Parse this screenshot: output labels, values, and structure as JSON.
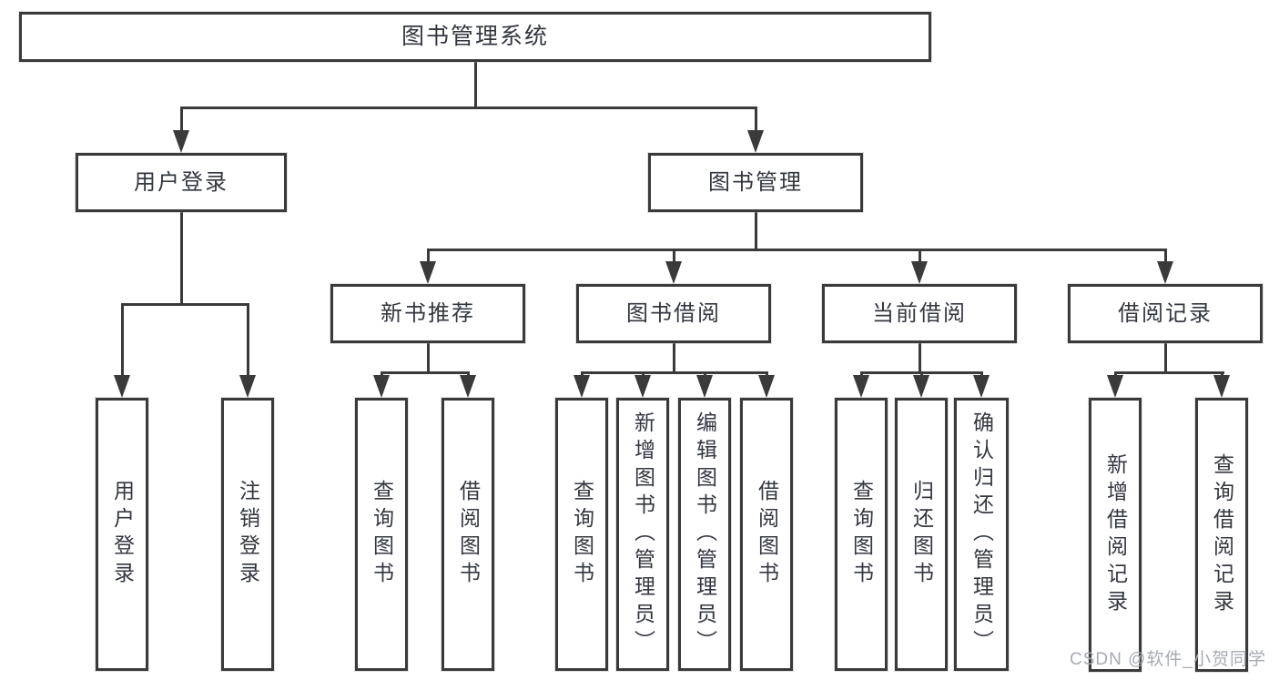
{
  "colors": {
    "line": "#3a3a3a",
    "text": "#333740",
    "watermark": "#a6abb1",
    "bg": "#ffffff"
  },
  "watermark": {
    "text": "CSDN @软件_小贺同学"
  },
  "tree": {
    "root": {
      "label": "图书管理系统"
    },
    "branches": [
      {
        "label": "用户登录",
        "children": [
          {
            "label": "用户登录"
          },
          {
            "label": "注销登录"
          }
        ]
      },
      {
        "label": "图书管理",
        "children": [
          {
            "label": "新书推荐",
            "children": [
              {
                "label": "查询图书"
              },
              {
                "label": "借阅图书"
              }
            ]
          },
          {
            "label": "图书借阅",
            "children": [
              {
                "label": "查询图书"
              },
              {
                "label": "新增图书（管理员）"
              },
              {
                "label": "编辑图书（管理员）"
              },
              {
                "label": "借阅图书"
              }
            ]
          },
          {
            "label": "当前借阅",
            "children": [
              {
                "label": "查询图书"
              },
              {
                "label": "归还图书"
              },
              {
                "label": "确认归还（管理员）"
              }
            ]
          },
          {
            "label": "借阅记录",
            "children": [
              {
                "label": "新增借阅记录"
              },
              {
                "label": "查询借阅记录"
              }
            ]
          }
        ]
      }
    ]
  }
}
